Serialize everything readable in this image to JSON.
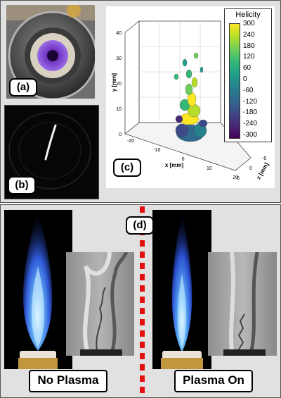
{
  "top": {
    "label_a": "(a)",
    "label_b": "(b)",
    "label_c": "(c)"
  },
  "chart_data": {
    "type": "scatter",
    "title": "",
    "colorbar_title": "Helicity",
    "colorbar_ticks": [
      "300",
      "240",
      "180",
      "120",
      "60",
      "0",
      "-60",
      "-120",
      "-180",
      "-240",
      "-300"
    ],
    "xlabel": "x [mm]",
    "ylabel": "y [mm]",
    "zlabel": "z [mm]",
    "x_ticks": [
      "-20",
      "-10",
      "0",
      "10",
      "20"
    ],
    "y_ticks": [
      "40",
      "30",
      "20",
      "10",
      "0"
    ],
    "z_ticks": [
      "-5",
      "0",
      "5"
    ],
    "xlim": [
      -20,
      20
    ],
    "ylim": [
      0,
      40
    ],
    "zlim": [
      -5,
      5
    ],
    "colormap": [
      "#fde725",
      "#b5de2b",
      "#6ece58",
      "#35b779",
      "#1f9e89",
      "#26828e",
      "#31688e",
      "#3e4989",
      "#482878",
      "#440154"
    ]
  },
  "bottom": {
    "label_d": "(d)",
    "label_no_plasma": "No Plasma",
    "label_plasma_on": "Plasma On"
  },
  "colors": {
    "divider": "#e41010",
    "background": "#e1e1e1"
  }
}
